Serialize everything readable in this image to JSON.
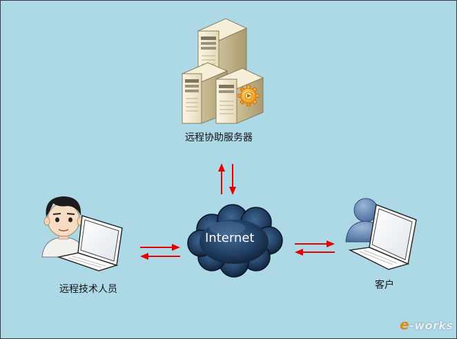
{
  "diagram": {
    "nodes": {
      "server": {
        "label": "远程协助服务器",
        "icon": "server-cluster-icon"
      },
      "technician": {
        "label": "远程技术人员",
        "icon": "technician-laptop-icon"
      },
      "client": {
        "label": "客户",
        "icon": "client-laptop-icon"
      },
      "internet": {
        "label": "Internet",
        "icon": "cloud-icon"
      }
    },
    "connections": [
      {
        "from": "server",
        "to": "internet",
        "direction": "bidirectional"
      },
      {
        "from": "technician",
        "to": "internet",
        "direction": "bidirectional"
      },
      {
        "from": "client",
        "to": "internet",
        "direction": "bidirectional"
      }
    ],
    "colors": {
      "background": "#add8e6",
      "arrow": "#e60000",
      "cloud": "#1f3a5c"
    }
  },
  "watermark": {
    "text_e": "e",
    "text_rest": "-works"
  }
}
